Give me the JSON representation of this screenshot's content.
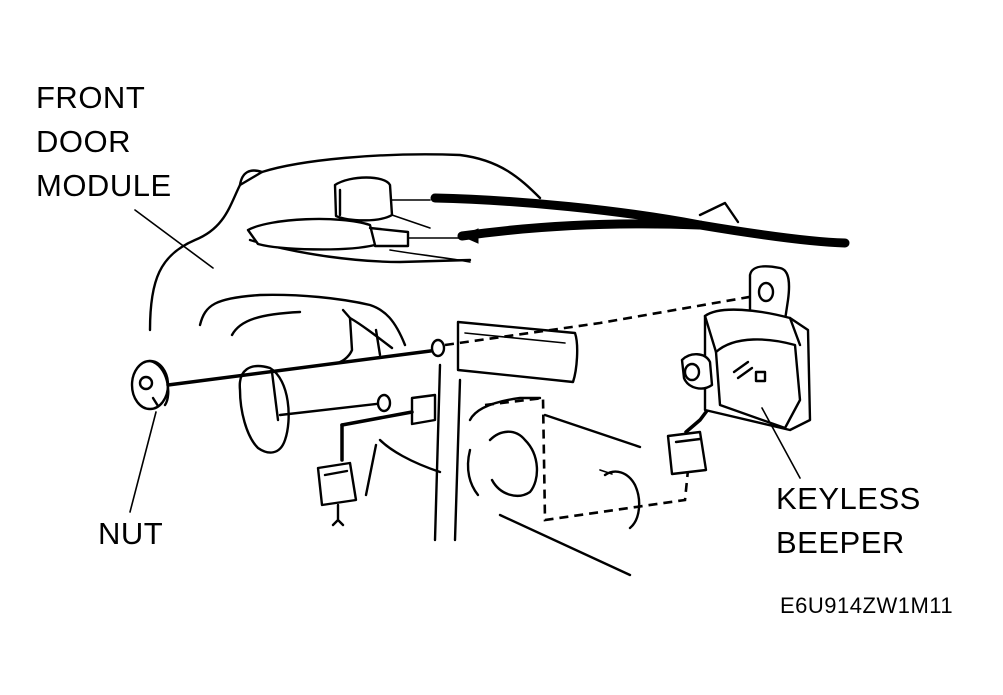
{
  "labels": {
    "front_door_module": [
      "FRONT",
      "DOOR",
      "MODULE"
    ],
    "nut": "NUT",
    "keyless_beeper": [
      "KEYLESS",
      "BEEPER"
    ]
  },
  "figure_code": "E6U914ZW1M11"
}
